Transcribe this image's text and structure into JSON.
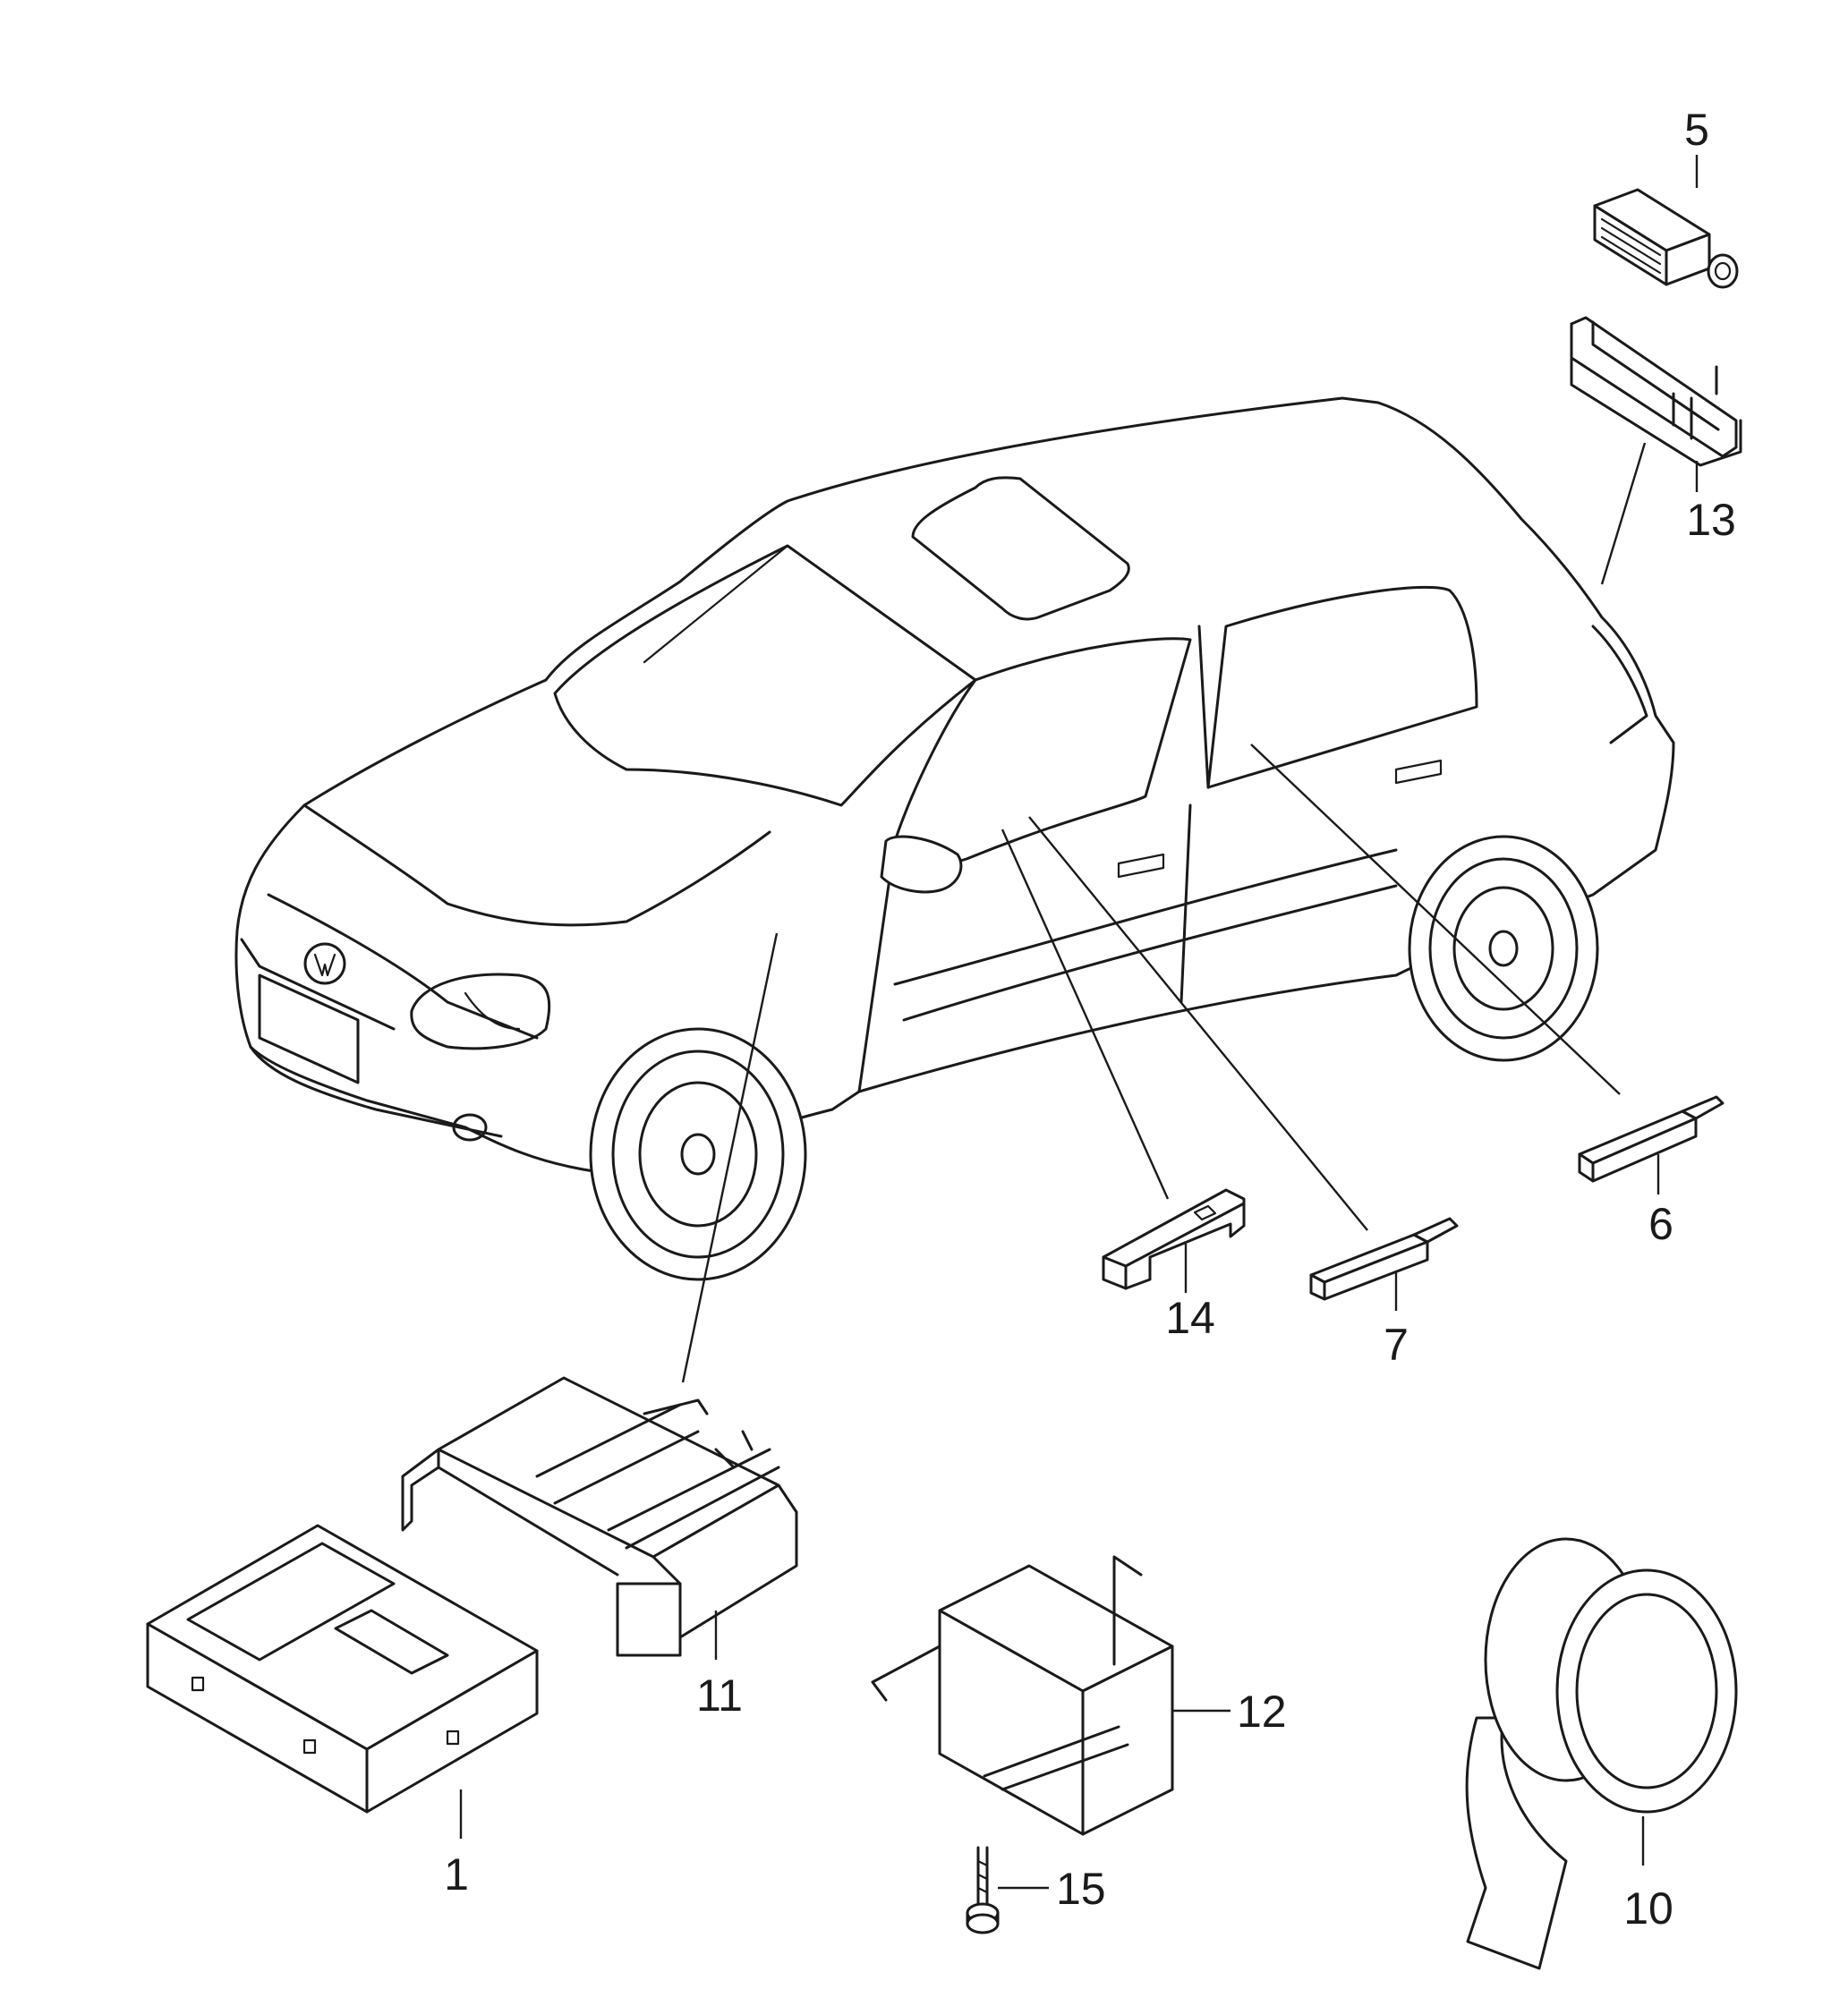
{
  "callouts": {
    "c1": "1",
    "c5": "5",
    "c6": "6",
    "c7": "7",
    "c10": "10",
    "c11": "11",
    "c12": "12",
    "c13": "13",
    "c14": "14",
    "c15": "15"
  }
}
